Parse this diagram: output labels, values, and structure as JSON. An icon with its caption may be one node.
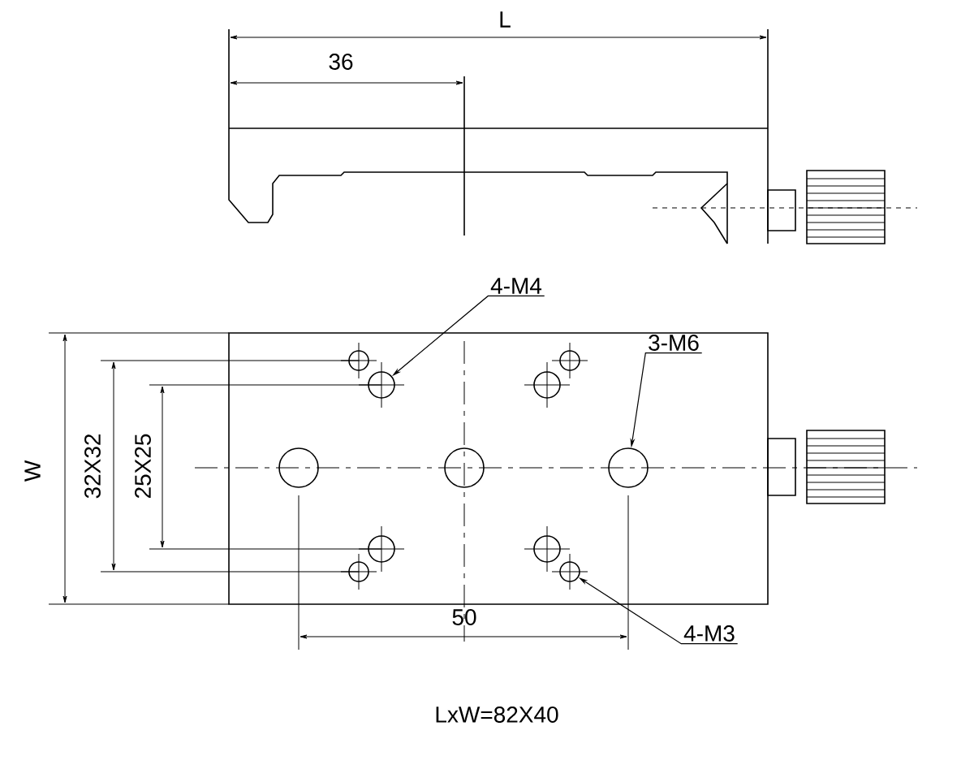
{
  "diagram": {
    "nodes": [
      {
        "text": [
          "4-M4"
        ]
      },
      {
        "text": [],
        "shape": "circle"
      },
      {
        "text": [
          "3-M6"
        ]
      },
      {
        "text": [],
        "shape": "circle"
      },
      {
        "text": [
          "4-M3"
        ]
      },
      {
        "text": [],
        "shape": "circle"
      }
    ],
    "edges": [
      {
        "from": 0,
        "to": 1,
        "arrow": "to"
      },
      {
        "from": 2,
        "to": 3,
        "arrow": "to"
      },
      {
        "from": 4,
        "to": 5,
        "arrow": "to"
      }
    ],
    "labels": [
      "L",
      "36",
      "W",
      "32X32",
      "25X25",
      "50",
      "LxW=82X40"
    ]
  }
}
